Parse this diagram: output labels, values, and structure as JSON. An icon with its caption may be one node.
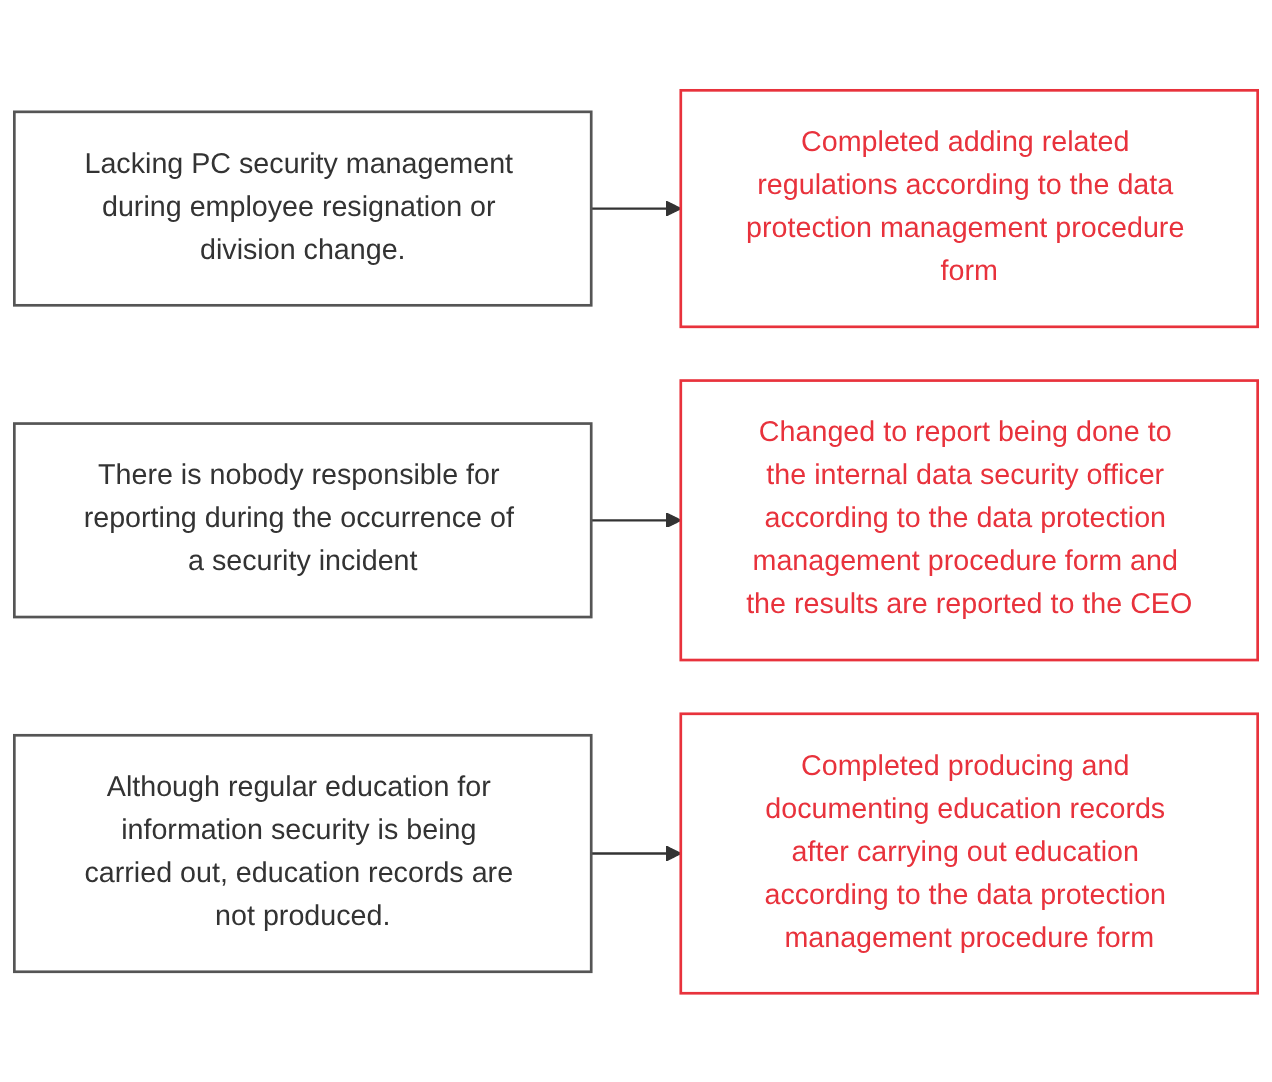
{
  "diagram": {
    "nodes": [
      {
        "text": [
          "Lacking PC security management during employee resignation or division change."
        ]
      },
      {
        "text": [
          "Completed adding related regulations according to the data protection management procedure form"
        ]
      },
      {
        "text": [
          "There is nobody responsible for reporting during the occurrence of a security incident"
        ]
      },
      {
        "text": [
          "Changed to report being done to the internal data security officer according to the data protection management procedure form and the results are reported to the CEO"
        ]
      },
      {
        "text": [
          "Although regular education for information security is being carried out, education records are not produced."
        ]
      },
      {
        "text": [
          "Completed producing and documenting education records after carrying out education according to the data protection management procedure form"
        ]
      }
    ],
    "edges": [
      {
        "from": 0,
        "to": 1,
        "arrow": "to"
      },
      {
        "from": 2,
        "to": 3,
        "arrow": "to"
      },
      {
        "from": 4,
        "to": 5,
        "arrow": "to"
      }
    ]
  }
}
